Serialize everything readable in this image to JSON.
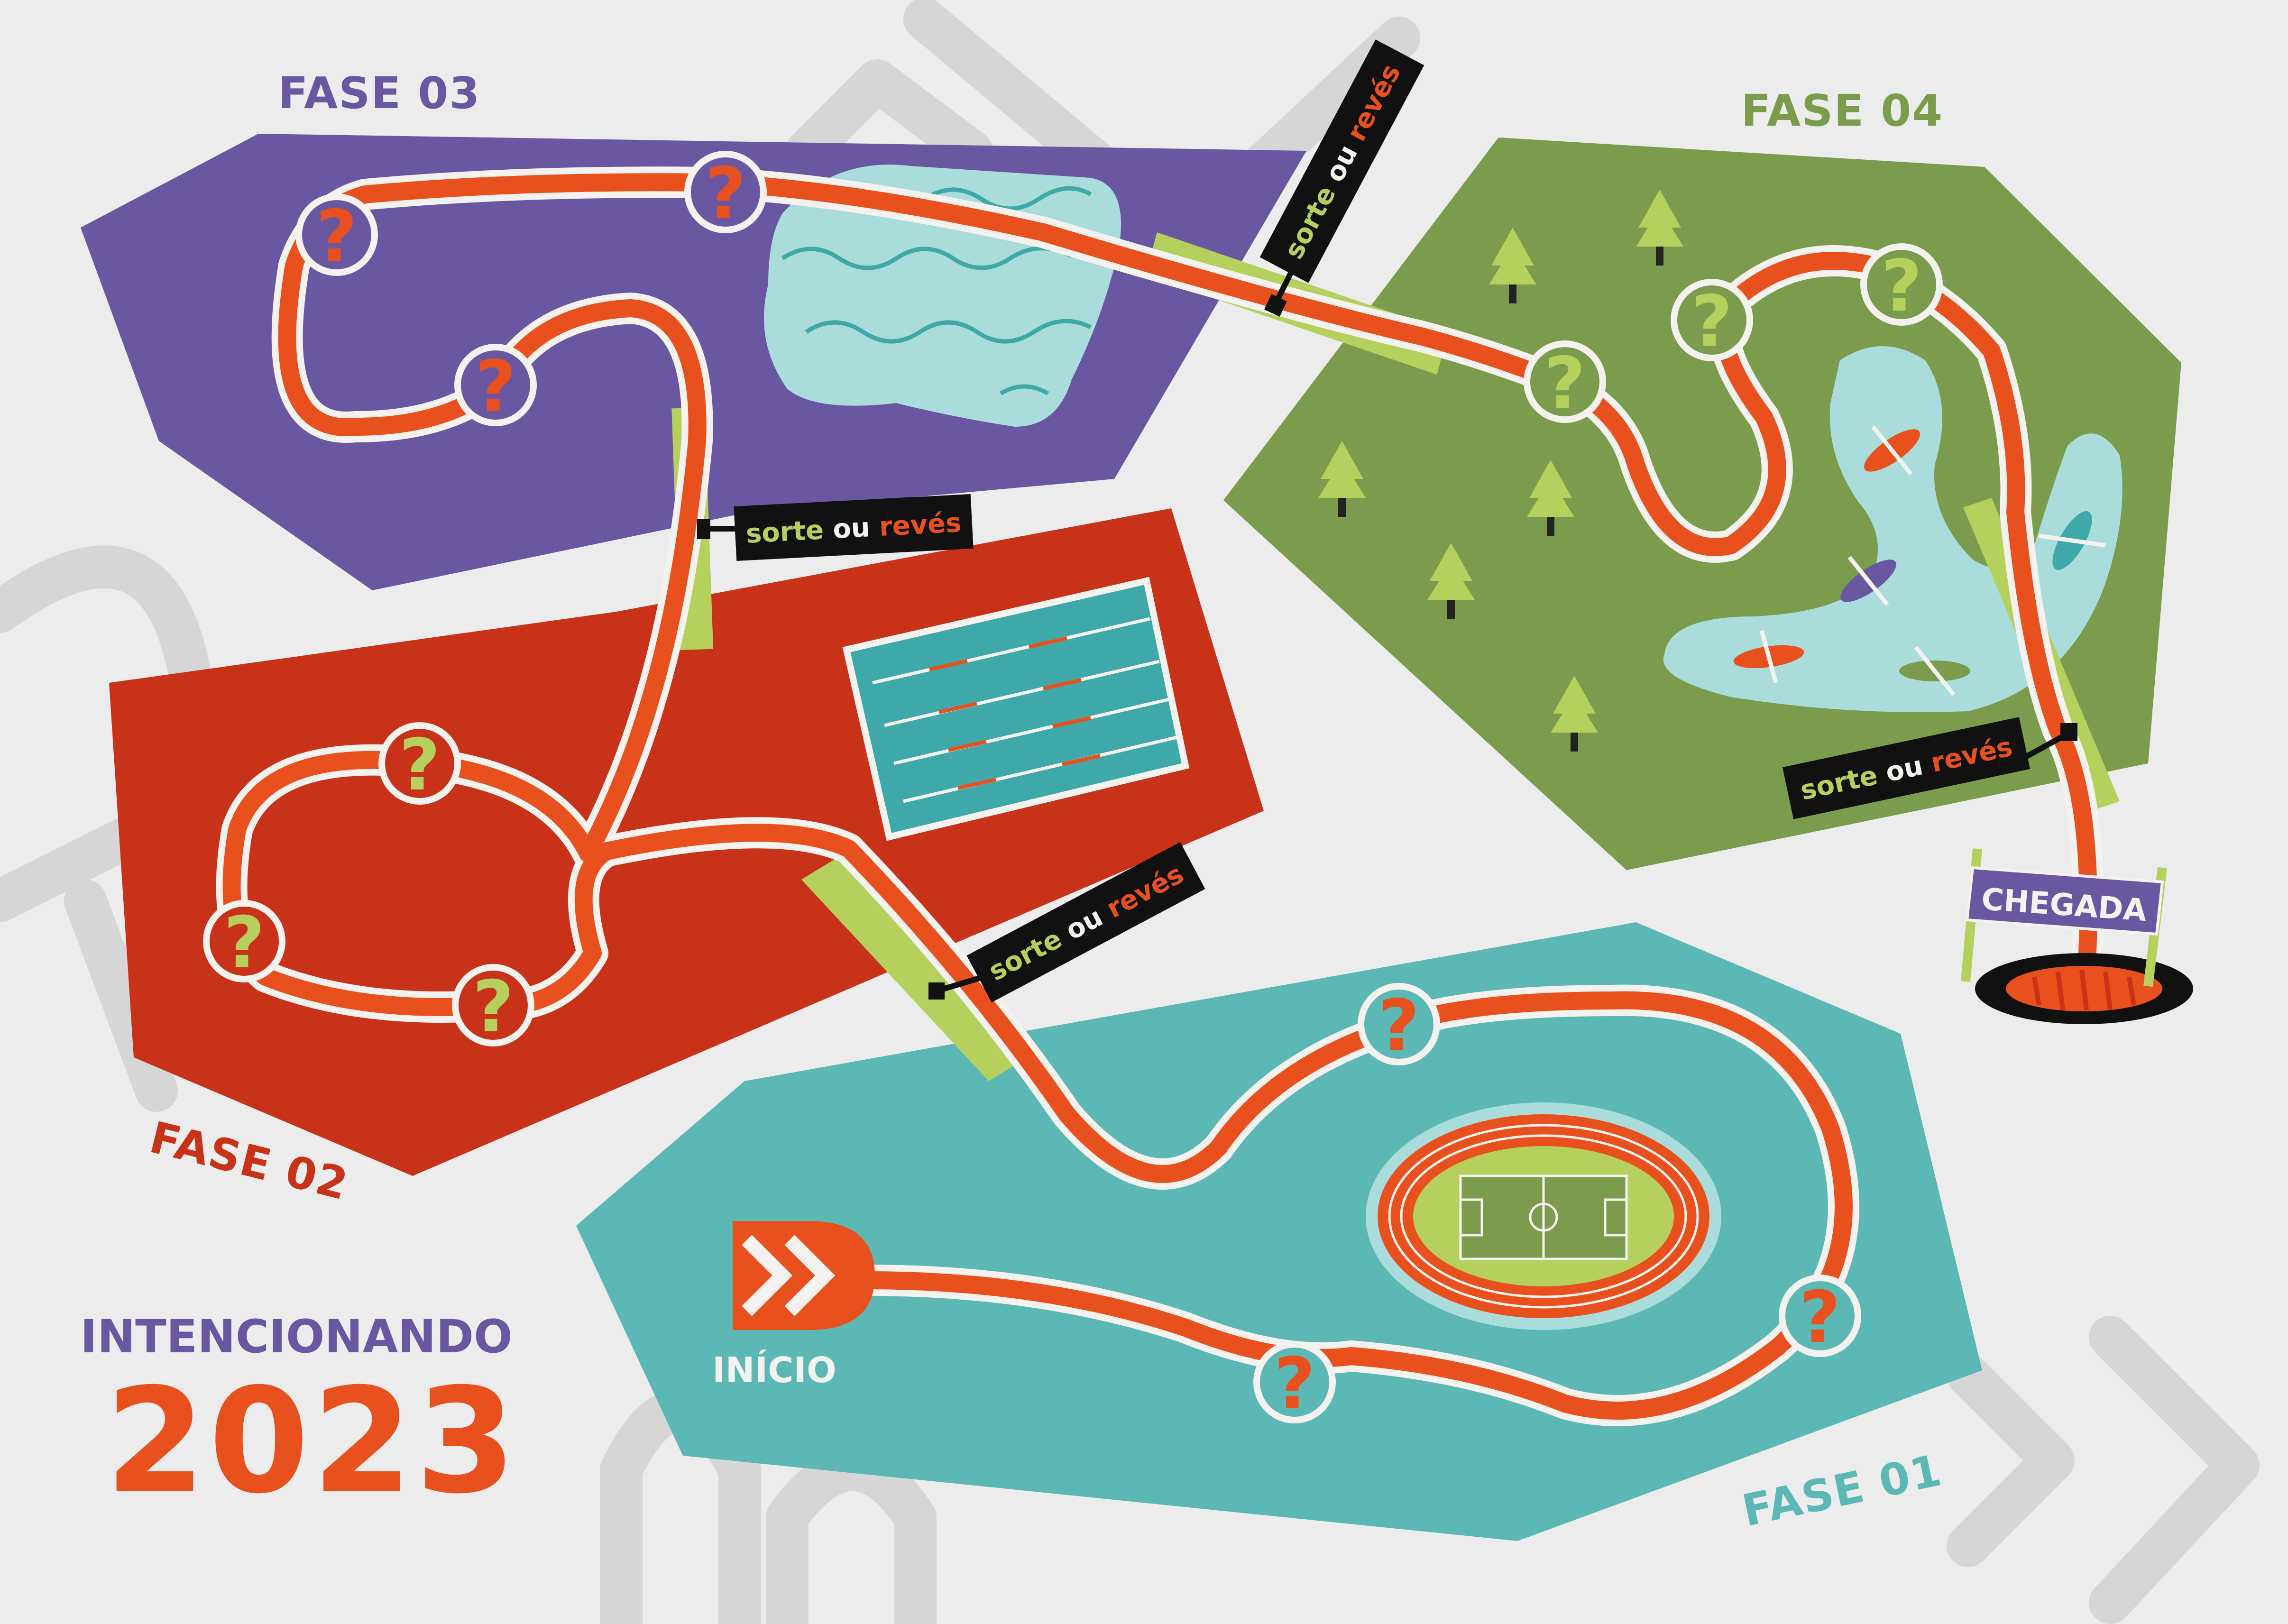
{
  "title": {
    "line1": "INTENCIONANDO",
    "line2": "2023"
  },
  "phases": [
    {
      "id": "fase-01",
      "label": "FASE 01",
      "color": "#5cb8b4"
    },
    {
      "id": "fase-02",
      "label": "FASE 02",
      "color": "#c83218"
    },
    {
      "id": "fase-03",
      "label": "FASE 03",
      "color": "#6a57a2"
    },
    {
      "id": "fase-04",
      "label": "FASE 04",
      "color": "#7a9c4c"
    }
  ],
  "start": {
    "label": "INÍCIO",
    "icon": "double-chevron-icon"
  },
  "finish": {
    "label": "CHEGADA",
    "icon": "finish-gate-icon"
  },
  "chance": {
    "word1": "sorte",
    "word2": " ou ",
    "word3": "revés"
  },
  "question_mark": "?",
  "colors": {
    "background": "#ececec",
    "track": "#e8501e",
    "track_edge": "#f4f2ee",
    "label_phase1": "#5cb8b4",
    "label_phase2": "#c83218",
    "label_phase3": "#6a57a2",
    "label_phase4": "#7a9c4c",
    "title_purple": "#6a57a2",
    "title_orange": "#e8501e",
    "chance_green": "#b5d05c",
    "water": "#aadcdc",
    "pool": "#3fa8a8",
    "field": "#b5d05c",
    "tree": "#b5d05c"
  }
}
